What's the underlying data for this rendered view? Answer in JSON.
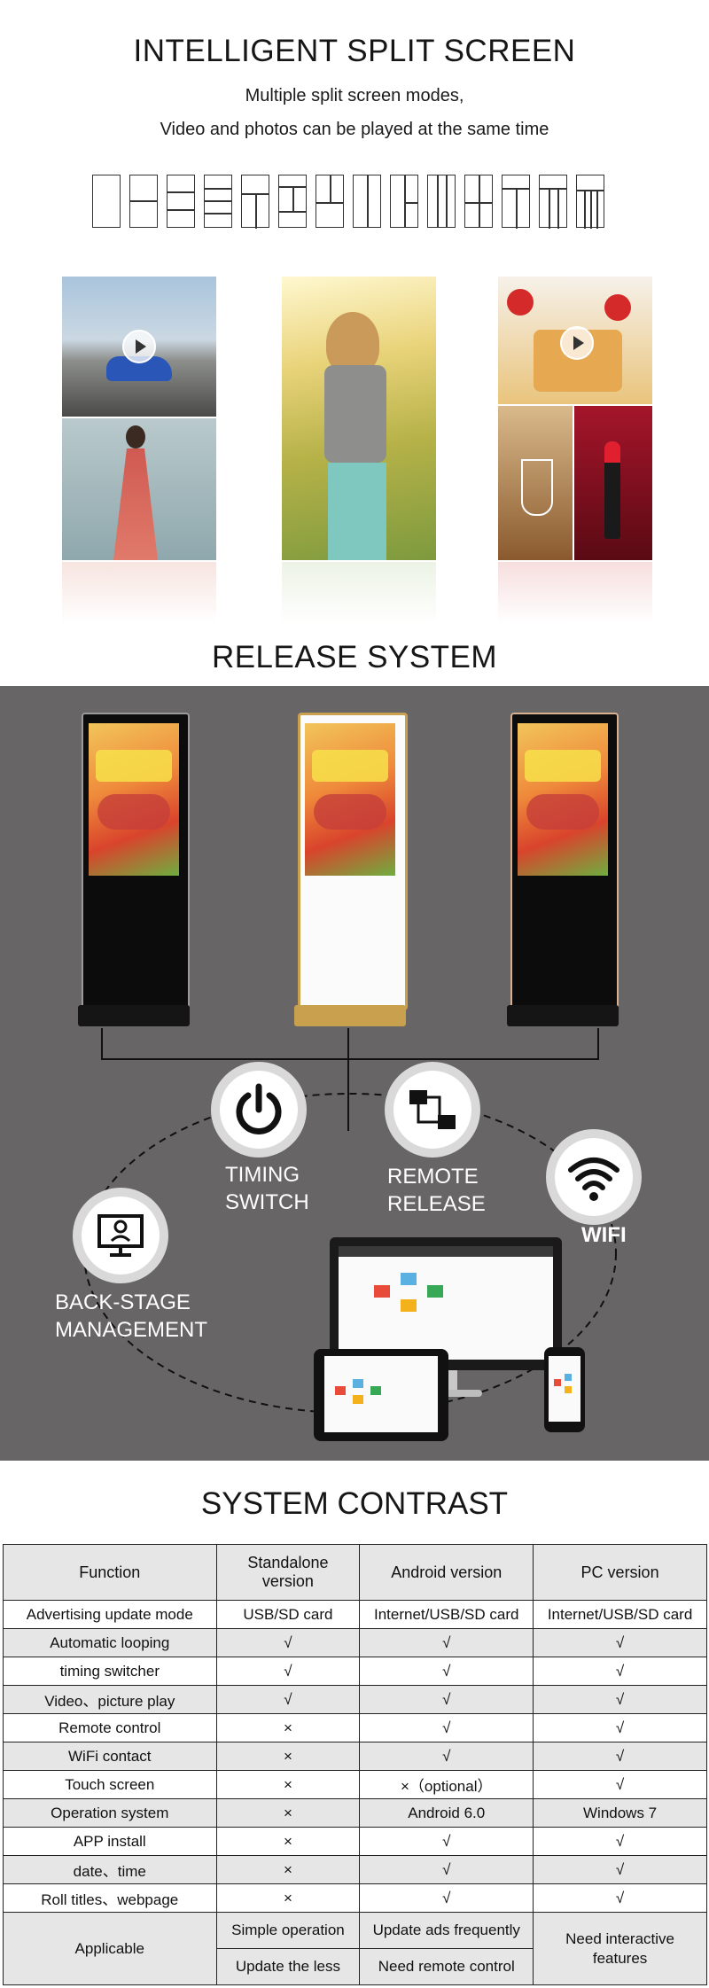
{
  "split": {
    "title": "INTELLIGENT SPLIT SCREEN",
    "subtitle_line1": "Multiple split screen modes,",
    "subtitle_line2": "Video and photos can be played at the same time"
  },
  "release": {
    "title": "RELEASE SYSTEM",
    "timing": [
      "TIMING",
      "SWITCH"
    ],
    "remote": [
      "REMOTE",
      "RELEASE"
    ],
    "wifi": "WIFI",
    "backstage": [
      "BACK-STAGE",
      "MANAGEMENT"
    ]
  },
  "contrast": {
    "title": "SYSTEM CONTRAST",
    "headers": [
      "Function",
      "Standalone\nversion",
      "Android version",
      "PC version"
    ],
    "rows": [
      [
        "Advertising update mode",
        "USB/SD card",
        "Internet/USB/SD card",
        "Internet/USB/SD card"
      ],
      [
        "Automatic looping",
        "√",
        "√",
        "√"
      ],
      [
        "timing switcher",
        "√",
        "√",
        "√"
      ],
      [
        "Video、picture play",
        "√",
        "√",
        "√"
      ],
      [
        "Remote control",
        "×",
        "√",
        "√"
      ],
      [
        "WiFi contact",
        "×",
        "√",
        "√"
      ],
      [
        "Touch screen",
        "×",
        "×（optional）",
        "√"
      ],
      [
        "Operation system",
        "×",
        "Android 6.0",
        "Windows 7"
      ],
      [
        "APP install",
        "×",
        "√",
        "√"
      ],
      [
        "date、time",
        "×",
        "√",
        "√"
      ],
      [
        "Roll titles、webpage",
        "×",
        "√",
        "√"
      ]
    ],
    "applicable": {
      "label": "Applicable",
      "standalone": [
        "Simple operation",
        "Update the less"
      ],
      "android": [
        "Update ads frequently",
        "Need remote control"
      ],
      "pc": "Need interactive features"
    }
  },
  "colors": {
    "dark_panel": "#676565",
    "table_shade": "#e6e6e6",
    "gold_frame": "#c9a04e"
  }
}
